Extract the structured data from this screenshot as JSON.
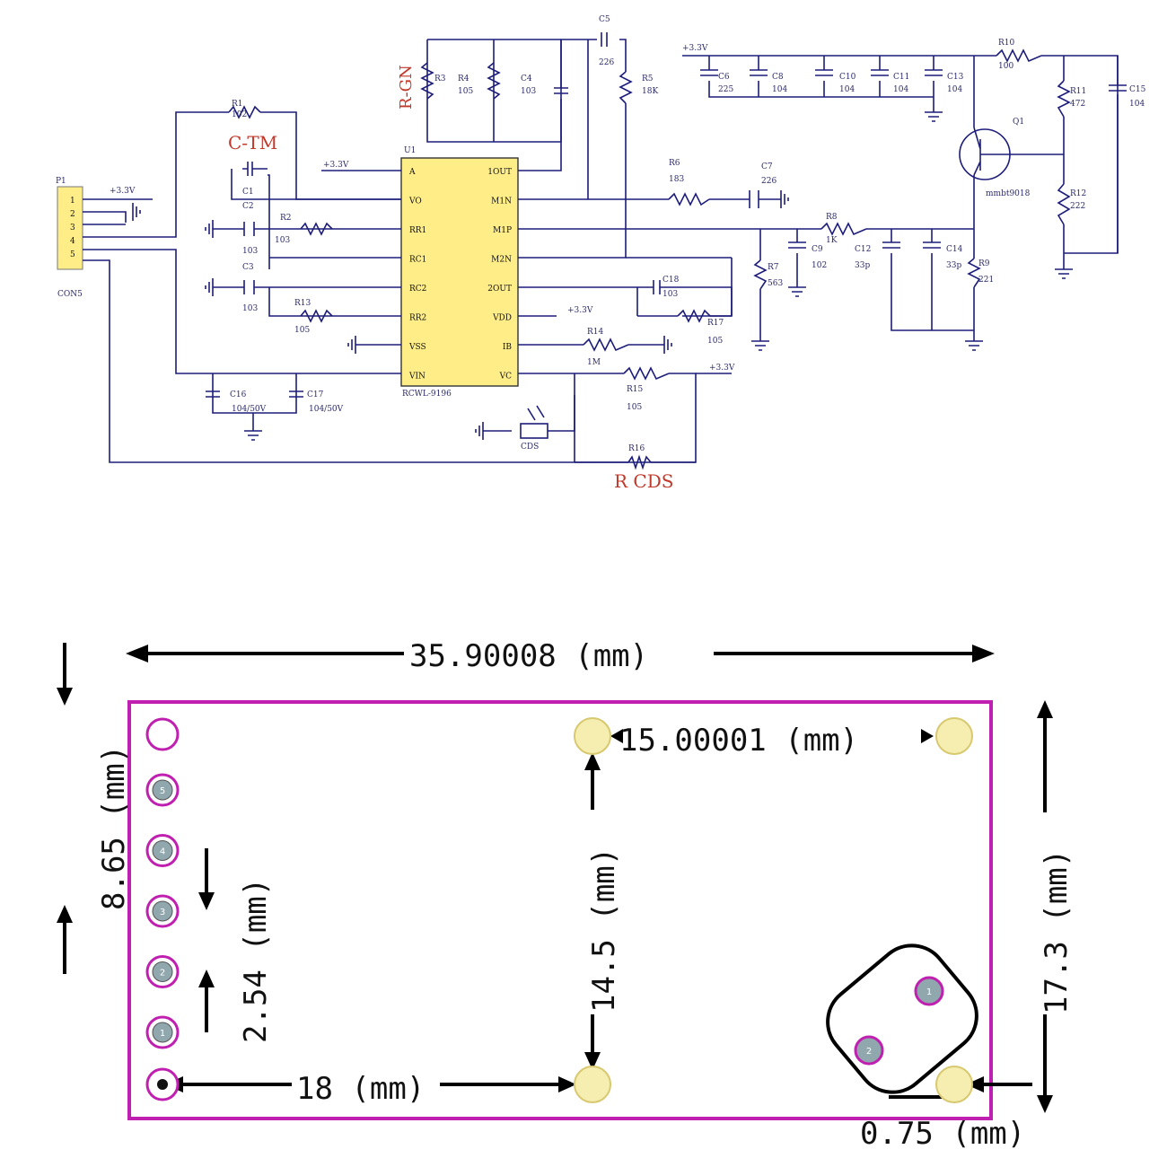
{
  "schematic": {
    "annotations": {
      "r_gn": "R-GN",
      "c_tm": "C-TM",
      "r_cds": "R CDS"
    },
    "ic": {
      "ref": "U1",
      "part": "RCWL-9196",
      "left_pins": [
        "A",
        "VO",
        "RR1",
        "RC1",
        "RC2",
        "RR2",
        "VSS",
        "VIN"
      ],
      "right_pins": [
        "1OUT",
        "M1N",
        "M1P",
        "M2N",
        "2OUT",
        "VDD",
        "IB",
        "VC"
      ]
    },
    "connector": {
      "ref": "P1",
      "name": "CON5",
      "pins": [
        "1",
        "2",
        "3",
        "4",
        "5"
      ]
    },
    "transistor": {
      "ref": "Q1",
      "part": "mmbt9018"
    },
    "supply": "+3.3V",
    "components": {
      "R1": {
        "ref": "R1",
        "val": "102"
      },
      "C1": {
        "ref": "C1"
      },
      "C2": {
        "ref": "C2",
        "val": "103"
      },
      "R2": {
        "ref": "R2",
        "val": "103"
      },
      "C3": {
        "ref": "C3",
        "val": "103"
      },
      "R13": {
        "ref": "R13",
        "val": "105"
      },
      "C16": {
        "ref": "C16",
        "val": "104/50V"
      },
      "C17": {
        "ref": "C17",
        "val": "104/50V"
      },
      "R3": {
        "ref": "R3"
      },
      "R4": {
        "ref": "R4",
        "val": "105"
      },
      "C4": {
        "ref": "C4",
        "val": "103"
      },
      "C5": {
        "ref": "C5",
        "val": "226"
      },
      "R5": {
        "ref": "R5",
        "val": "18K"
      },
      "R6": {
        "ref": "R6",
        "val": "183"
      },
      "C7": {
        "ref": "C7",
        "val": "226"
      },
      "R8": {
        "ref": "R8",
        "val": "1K"
      },
      "C9": {
        "ref": "C9",
        "val": "102"
      },
      "R7": {
        "ref": "R7",
        "val": "563"
      },
      "C12": {
        "ref": "C12",
        "val": "33p"
      },
      "C14": {
        "ref": "C14",
        "val": "33p"
      },
      "R9": {
        "ref": "R9",
        "val": "221"
      },
      "C18": {
        "ref": "C18",
        "val": "103"
      },
      "R17": {
        "ref": "R17",
        "val": "105"
      },
      "R14": {
        "ref": "R14",
        "val": "1M"
      },
      "R15": {
        "ref": "R15",
        "val": "105"
      },
      "R16": {
        "ref": "R16"
      },
      "CDS": {
        "ref": "CDS"
      },
      "C6": {
        "ref": "C6",
        "val": "225"
      },
      "C8": {
        "ref": "C8",
        "val": "104"
      },
      "C10": {
        "ref": "C10",
        "val": "104"
      },
      "C11": {
        "ref": "C11",
        "val": "104"
      },
      "C13": {
        "ref": "C13",
        "val": "104"
      },
      "R10": {
        "ref": "R10",
        "val": "100"
      },
      "R11": {
        "ref": "R11",
        "val": "472"
      },
      "R12": {
        "ref": "R12",
        "val": "222"
      },
      "C15": {
        "ref": "C15",
        "val": "104"
      }
    }
  },
  "pcb": {
    "dims": {
      "width": "35.90008 (mm)",
      "hole_spacing": "15.00001 (mm)",
      "hole_vertical": "14.5 (mm)",
      "board_height": "17.3 (mm)",
      "top_offset": "8.65 (mm)",
      "pin_pitch": "2.54 (mm)",
      "pin_to_hole": "18 (mm)",
      "edge_offset": "0.75 (mm)"
    },
    "header_labels": [
      "5",
      "4",
      "3",
      "2",
      "1"
    ],
    "pad_labels": [
      "1",
      "2"
    ],
    "colors": {
      "outline": "#c020b0",
      "pad_fill": "#f5eeb0",
      "pin_ring": "#c020b0"
    }
  }
}
